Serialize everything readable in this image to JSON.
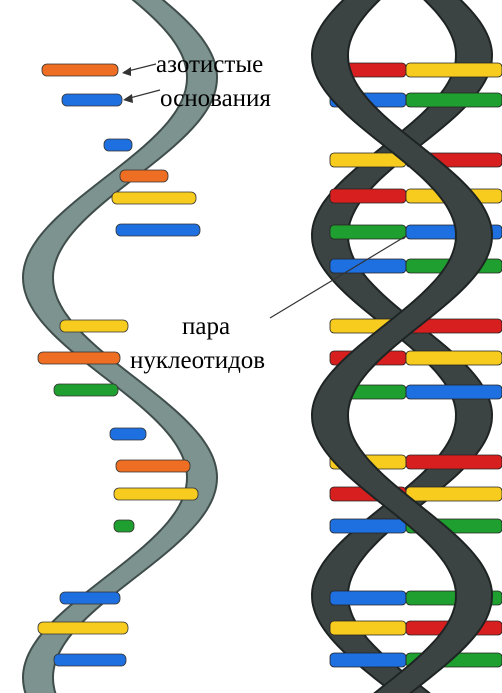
{
  "labels": {
    "bases_line1": "азотистые",
    "bases_line2": "основания",
    "pair_line1": "пара",
    "pair_line2": "нуклеотидов"
  },
  "colors": {
    "single_strand_fill": "#7d938f",
    "single_strand_edge": "#3f4d4b",
    "double_strand_fill": "#3c4443",
    "double_strand_edge": "#1e2423",
    "base_orange": "#ee6e23",
    "base_blue": "#1e6fe0",
    "base_yellow": "#f7cc1f",
    "base_green": "#1f9f2f",
    "base_red": "#d81f1f"
  },
  "icons": {
    "left": "single-strand-dna-icon",
    "right": "double-strand-dna-icon"
  }
}
